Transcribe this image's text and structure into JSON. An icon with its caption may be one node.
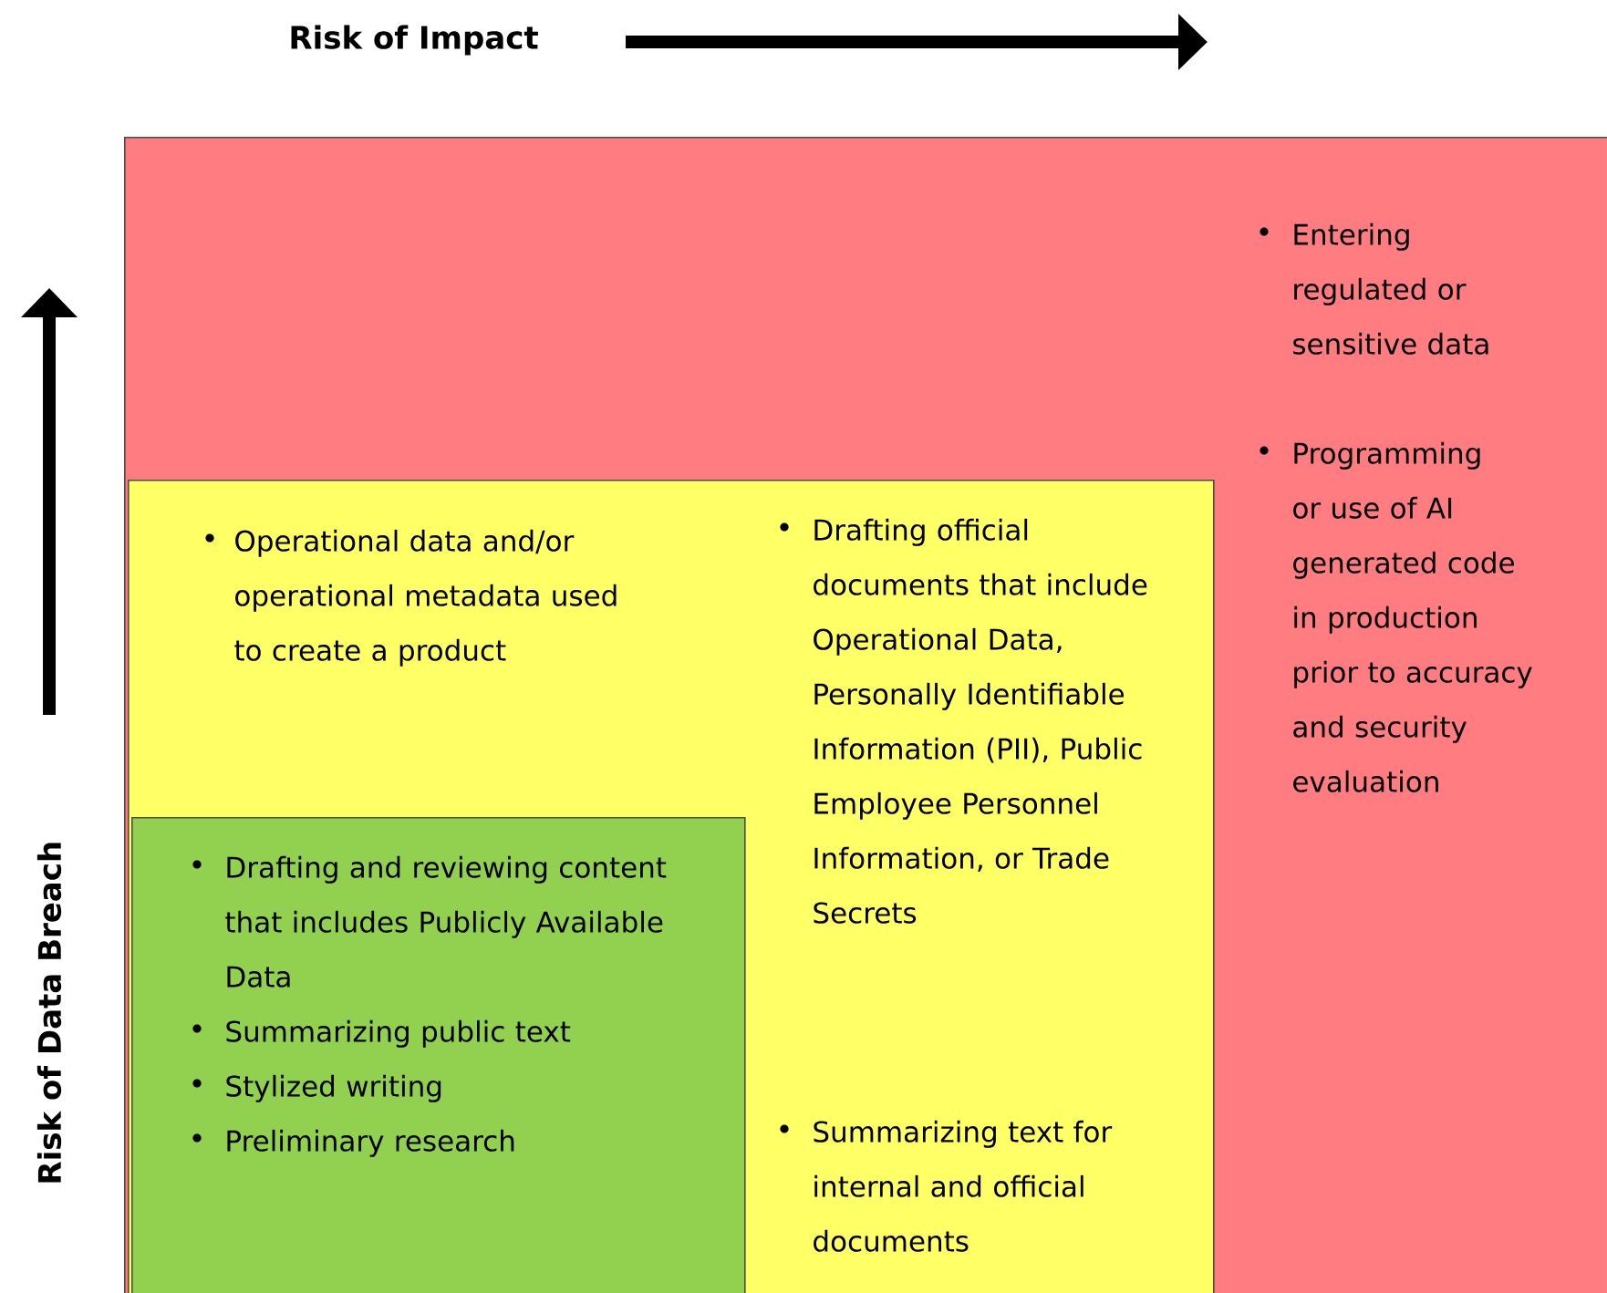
{
  "diagram": {
    "nodes": [
      {
        "text": [
          "Entering regulated or sensitive data",
          "Programming or use of AI generated code in production prior to accuracy and security evaluation"
        ]
      },
      {
        "text": [
          "Operational data and/or operational metadata used to create a product",
          "Drafting official documents that include Operational Data, Personally Identifiable Information (PII), Public Employee Personnel Information, or Trade Secrets",
          "Summarizing text for internal and official documents"
        ],
        "in": 0
      },
      {
        "text": [
          "Drafting and reviewing content that includes Publicly Available Data",
          "Summarizing public text",
          "Stylized writing",
          "Preliminary research"
        ],
        "in": 1
      }
    ],
    "labels": [
      "Risk of Impact",
      "Risk of Data Breach"
    ]
  }
}
